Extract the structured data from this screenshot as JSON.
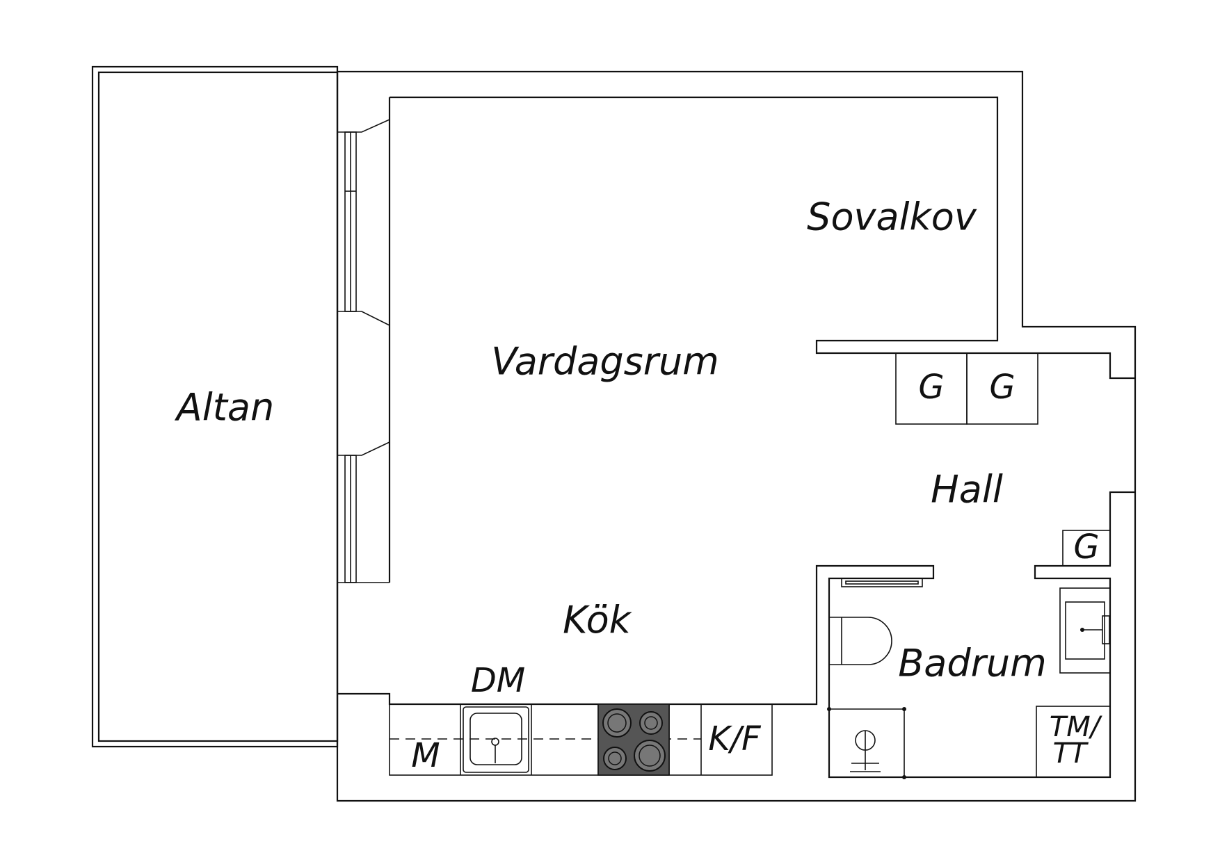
{
  "rooms": {
    "altan": "Altan",
    "vardagsrum": "Vardagsrum",
    "sovalkov": "Sovalkov",
    "hall": "Hall",
    "kok": "Kök",
    "badrum": "Badrum"
  },
  "fixtures": {
    "wardrobe_1": "G",
    "wardrobe_2": "G",
    "wardrobe_3": "G",
    "dishwasher": "DM",
    "microwave": "M",
    "fridge_freezer": "K/F",
    "washer_dryer_line1": "TM/",
    "washer_dryer_line2": "TT"
  },
  "colors": {
    "line": "#111111",
    "stove": "#555555",
    "background": "#ffffff"
  }
}
